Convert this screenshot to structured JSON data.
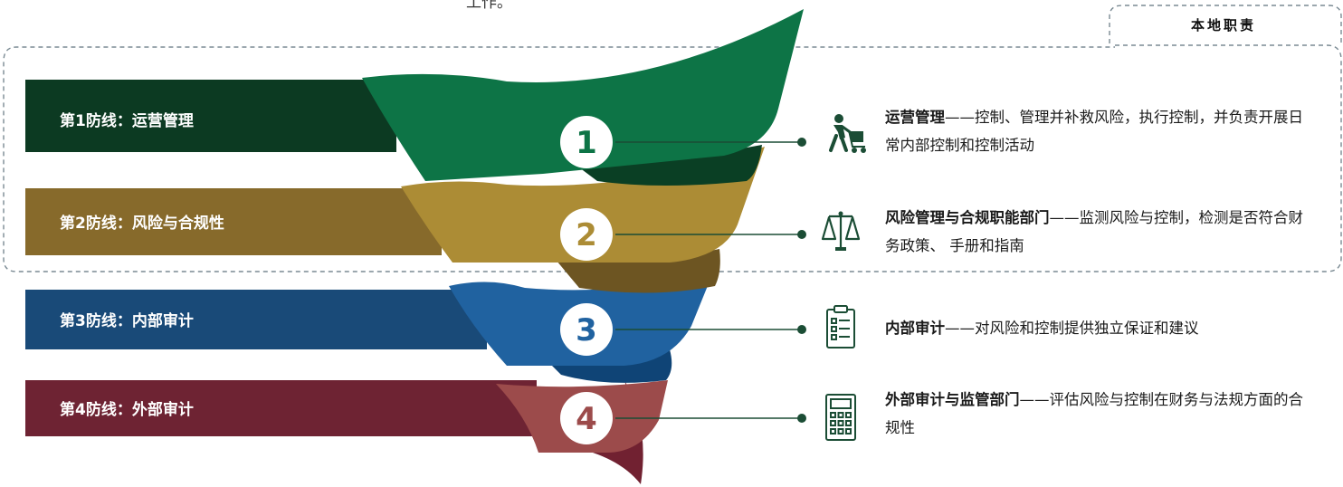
{
  "top_text": "工作。",
  "scope_label": "本地职责",
  "lines": [
    {
      "label": "第1防线：运营管理",
      "number": "1",
      "title": "运营管理",
      "dash": "——",
      "desc": "控制、管理并补救风险，执行控制，并负责开展日常内部控制和控制活动",
      "icon": "worker-with-cart-icon",
      "colors": {
        "band": "#0c3a22",
        "ribbon": "#0d7446",
        "ribbon_dark": "#0a3f24"
      }
    },
    {
      "label": "第2防线：风险与合规性",
      "number": "2",
      "title": "风险管理与合规职能部门",
      "dash": "——",
      "desc": "监测风险与控制，检测是否符合财务政策、 手册和指南",
      "icon": "balance-scale-icon",
      "colors": {
        "band": "#876a2b",
        "ribbon": "#ac8c35",
        "ribbon_dark": "#6d5522"
      }
    },
    {
      "label": "第3防线：内部审计",
      "number": "3",
      "title": "内部审计",
      "dash": "——",
      "desc": "对风险和控制提供独立保证和建议",
      "icon": "clipboard-checklist-icon",
      "colors": {
        "band": "#194a78",
        "ribbon": "#2062a0",
        "ribbon_dark": "#0f4476"
      }
    },
    {
      "label": "第4防线：外部审计",
      "number": "4",
      "title": "外部审计与监管部门",
      "dash": "——",
      "desc": "评估风险与控制在财务与法规方面的合规性",
      "icon": "calculator-icon",
      "colors": {
        "band": "#6e2333",
        "ribbon": "#9c4b4b",
        "ribbon_dark": "#712131"
      }
    }
  ],
  "colors": {
    "dashed_border": "#7a8a93",
    "connector": "#1b4d35",
    "icon": "#1b4d35"
  }
}
